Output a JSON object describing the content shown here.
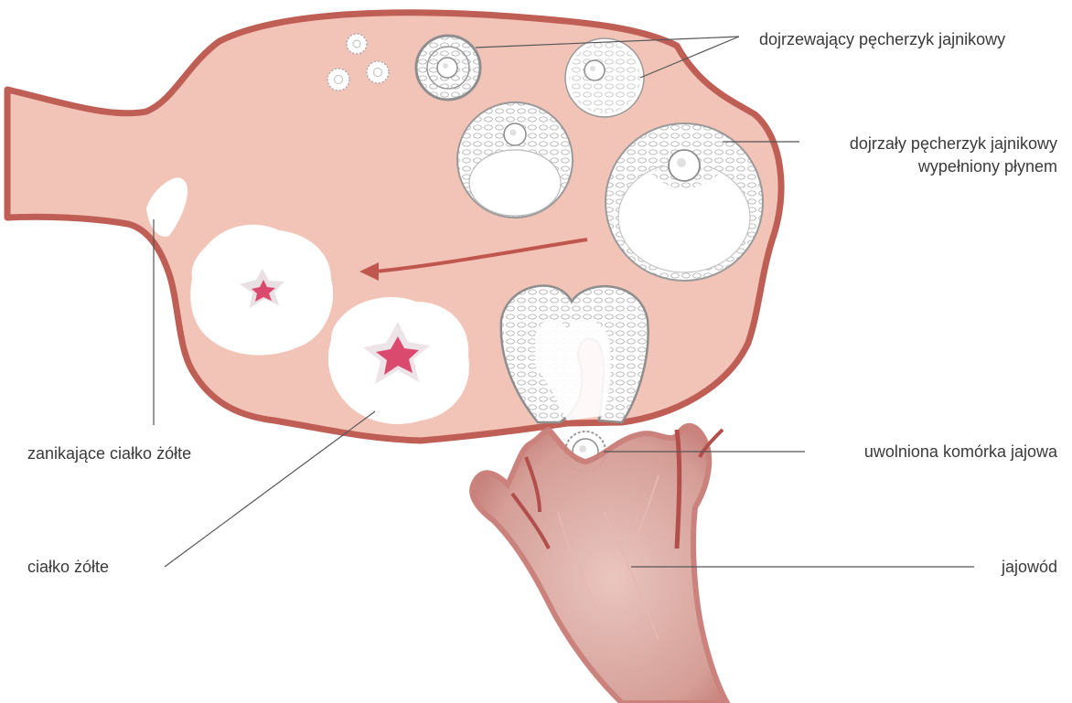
{
  "labels": {
    "maturing_follicle": "dojrzewający pęcherzyk jajnikowy",
    "mature_follicle_line1": "dojrzały pęcherzyk jajnikowy",
    "mature_follicle_line2": "wypełniony płynem",
    "regressing_corpus_luteum": "zanikające ciałko żółte",
    "corpus_luteum": "ciałko żółte",
    "released_egg": "uwolniona komórka jajowa",
    "fallopian_tube": "jajowód"
  },
  "colors": {
    "ovary_fill": "#f2c4b8",
    "ovary_outline": "#bf5e55",
    "tube_fill": "#d7a29a",
    "tube_dark": "#b24e4c",
    "follicle_stroke": "#9a9a9a",
    "corpus_center": "#d94a6e",
    "arrow": "#c0574e",
    "leader_line": "#555555"
  }
}
